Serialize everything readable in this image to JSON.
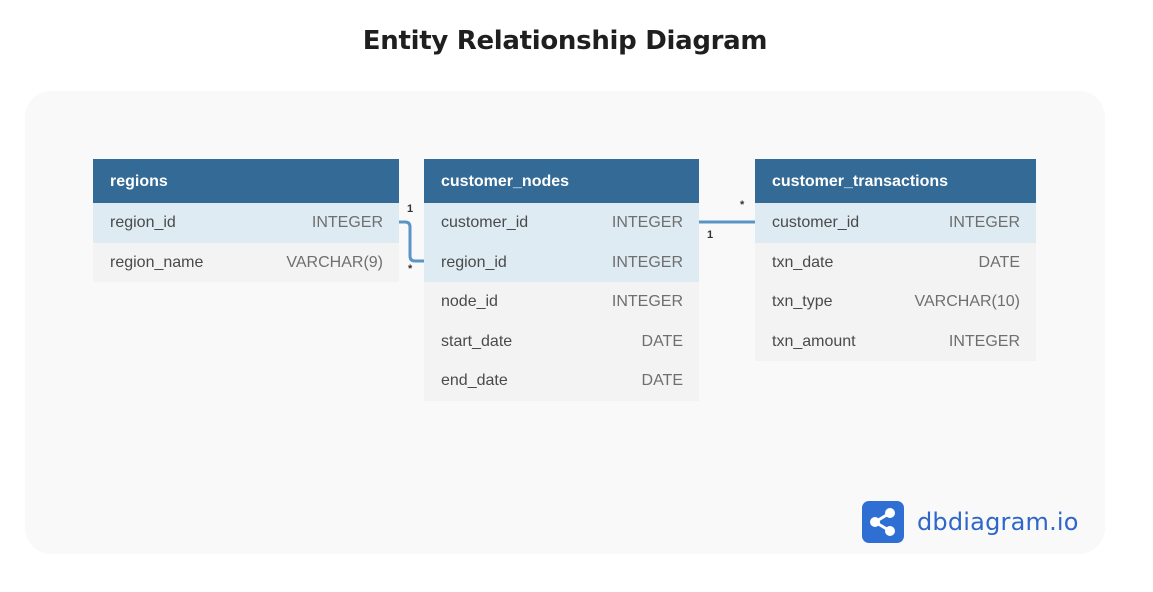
{
  "title": "Entity Relationship Diagram",
  "tables": [
    {
      "name": "regions",
      "columns": [
        {
          "name": "region_id",
          "type": "INTEGER"
        },
        {
          "name": "region_name",
          "type": "VARCHAR(9)"
        }
      ]
    },
    {
      "name": "customer_nodes",
      "columns": [
        {
          "name": "customer_id",
          "type": "INTEGER"
        },
        {
          "name": "region_id",
          "type": "INTEGER"
        },
        {
          "name": "node_id",
          "type": "INTEGER"
        },
        {
          "name": "start_date",
          "type": "DATE"
        },
        {
          "name": "end_date",
          "type": "DATE"
        }
      ]
    },
    {
      "name": "customer_transactions",
      "columns": [
        {
          "name": "customer_id",
          "type": "INTEGER"
        },
        {
          "name": "txn_date",
          "type": "DATE"
        },
        {
          "name": "txn_type",
          "type": "VARCHAR(10)"
        },
        {
          "name": "txn_amount",
          "type": "INTEGER"
        }
      ]
    }
  ],
  "relationships": [
    {
      "from": "regions.region_id",
      "to": "customer_nodes.region_id",
      "from_card": "1",
      "to_card": "*"
    },
    {
      "from": "customer_nodes.customer_id",
      "to": "customer_transactions.customer_id",
      "from_card": "1",
      "to_card": "*"
    }
  ],
  "brand": {
    "text": "dbdiagram.io",
    "icon": "share-nodes-icon",
    "color": "#2f6fd4"
  },
  "colors": {
    "header": "#336a96",
    "highlight_row": "#deebf3",
    "relation_line": "#5b95c6"
  }
}
